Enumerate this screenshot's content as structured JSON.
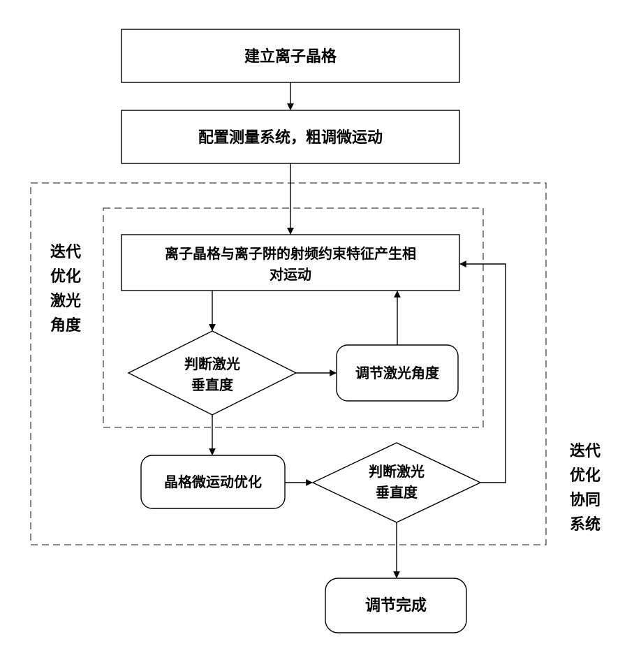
{
  "nodes": {
    "build_lattice": "建立离子晶格",
    "configure_system": "配置测量系统，粗调微运动",
    "relative_motion_line1": "离子晶格与离子阱的射频约束特征产生相",
    "relative_motion_line2": "对运动",
    "judge_inner_line1": "判断激光",
    "judge_inner_line2": "垂直度",
    "adjust_angle": "调节激光角度",
    "lattice_optimize": "晶格微运动优化",
    "judge_outer_line1": "判断激光",
    "judge_outer_line2": "垂直度",
    "done": "调节完成"
  },
  "loops": {
    "inner_label": [
      "迭代",
      "优化",
      "激光",
      "角度"
    ],
    "outer_label": [
      "迭代",
      "优化",
      "协同",
      "系统"
    ]
  }
}
